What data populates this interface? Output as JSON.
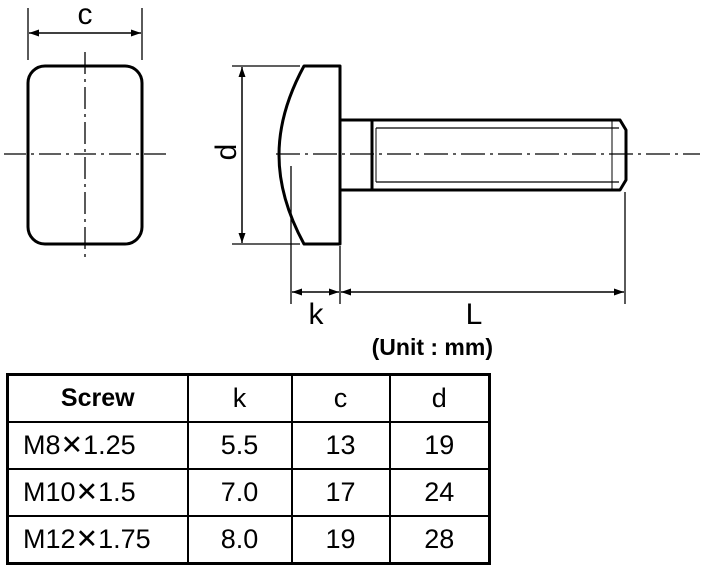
{
  "diagram": {
    "dimension_labels": {
      "c": "c",
      "d": "d",
      "k": "k",
      "L": "L"
    },
    "unit_note": "(Unit : mm)"
  },
  "table": {
    "headers": [
      "Screw",
      "k",
      "c",
      "d"
    ],
    "rows": [
      [
        "M8✕1.25",
        "5.5",
        "13",
        "19"
      ],
      [
        "M10✕1.5",
        "7.0",
        "17",
        "24"
      ],
      [
        "M12✕1.75",
        "8.0",
        "19",
        "28"
      ]
    ]
  }
}
